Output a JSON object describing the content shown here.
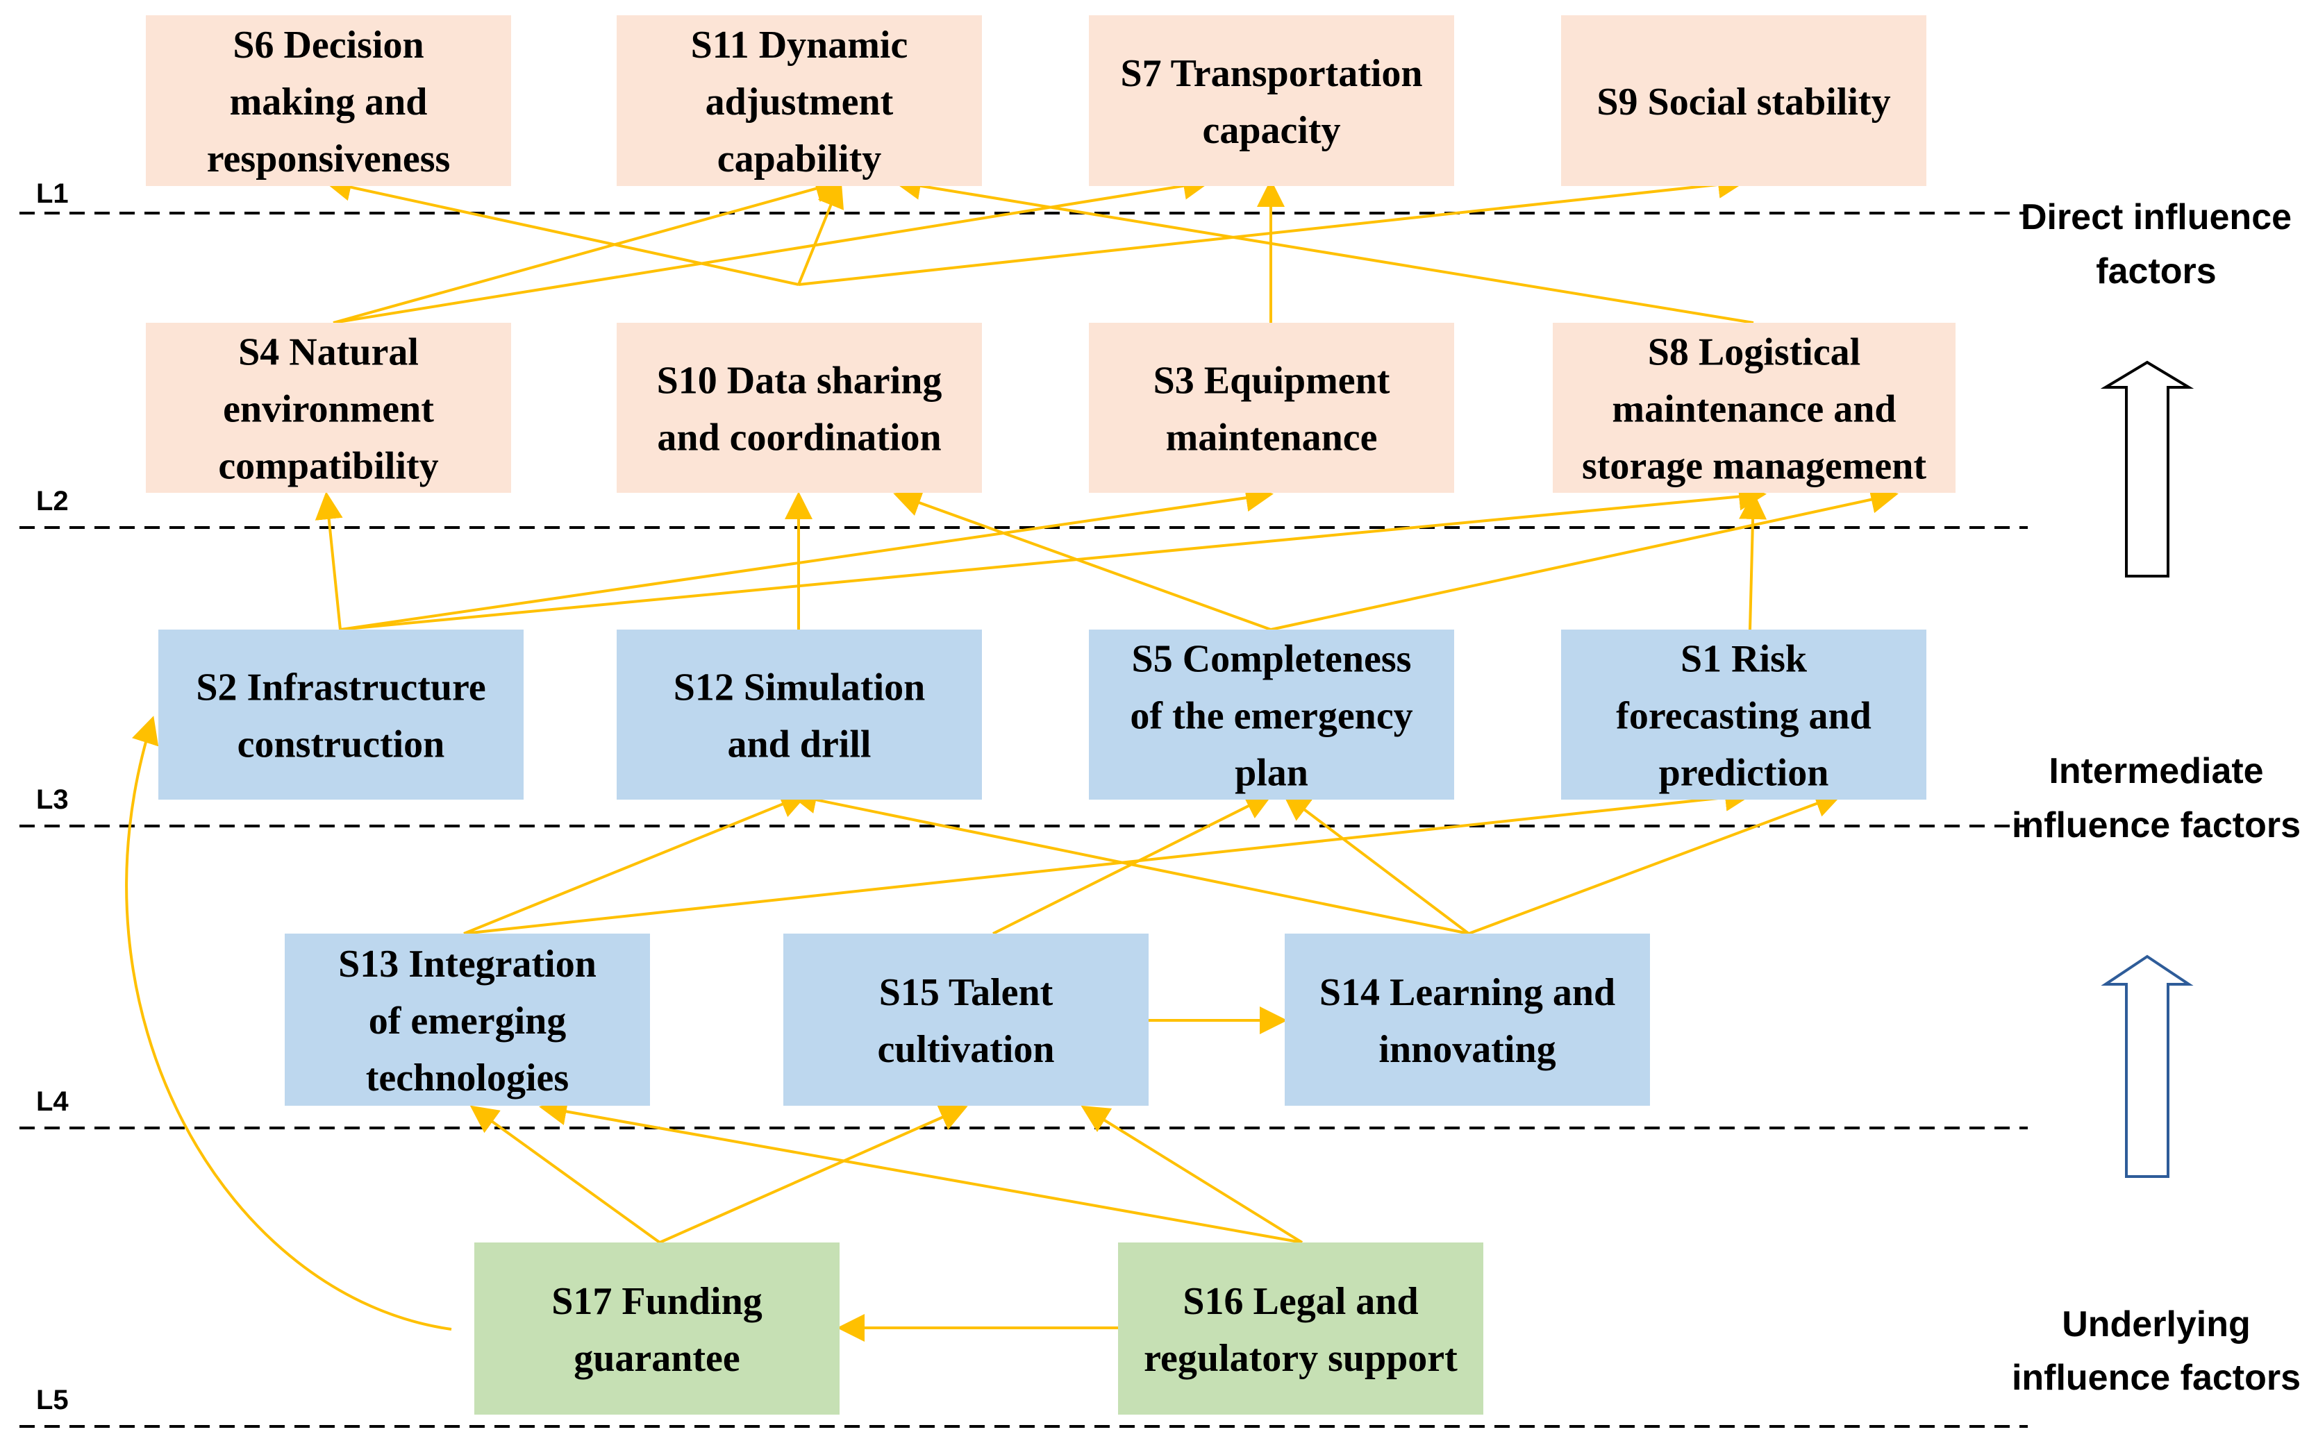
{
  "colors": {
    "top_box": "#FCE4D6",
    "middle_box": "#BDD7EE",
    "bottom_box": "#C6E0B4",
    "arrow": "#FFC000",
    "hollow_arrow_dark": "#000000",
    "hollow_arrow_blue": "#2E5C99"
  },
  "levels": {
    "L1": "L1",
    "L2": "L2",
    "L3": "L3",
    "L4": "L4",
    "L5": "L5"
  },
  "side_labels": {
    "direct": [
      "Direct influence",
      "factors"
    ],
    "intermediate": [
      "Intermediate",
      "influence factors"
    ],
    "underlying": [
      "Underlying",
      "influence factors"
    ]
  },
  "nodes": {
    "S6": [
      "S6 Decision",
      "making and",
      "responsiveness"
    ],
    "S11": [
      "S11 Dynamic",
      "adjustment",
      "capability"
    ],
    "S7": [
      "S7 Transportation",
      "capacity"
    ],
    "S9": [
      "S9 Social stability"
    ],
    "S4": [
      "S4 Natural",
      "environment",
      "compatibility"
    ],
    "S10": [
      "S10 Data sharing",
      "and coordination"
    ],
    "S3": [
      "S3 Equipment",
      "maintenance"
    ],
    "S8": [
      "S8 Logistical",
      "maintenance and",
      "storage management"
    ],
    "S2": [
      "S2 Infrastructure",
      "construction"
    ],
    "S12": [
      "S12 Simulation",
      "and drill"
    ],
    "S5": [
      "S5 Completeness",
      "of the emergency",
      "plan"
    ],
    "S1": [
      "S1 Risk",
      "forecasting and",
      "prediction"
    ],
    "S13": [
      "S13  Integration",
      "of emerging",
      "technologies"
    ],
    "S15": [
      "S15  Talent",
      "cultivation"
    ],
    "S14": [
      "S14  Learning and",
      "innovating"
    ],
    "S17": [
      "S17  Funding",
      "guarantee"
    ],
    "S16": [
      "S16  Legal and",
      "regulatory support"
    ]
  },
  "edges": [
    [
      "S4",
      "S11"
    ],
    [
      "S4",
      "S7"
    ],
    [
      "S10",
      "S6"
    ],
    [
      "S10",
      "S11"
    ],
    [
      "S10",
      "S9"
    ],
    [
      "S3",
      "S7"
    ],
    [
      "S8",
      "S11"
    ],
    [
      "S2",
      "S4"
    ],
    [
      "S2",
      "S3"
    ],
    [
      "S2",
      "S8"
    ],
    [
      "S12",
      "S10"
    ],
    [
      "S5",
      "S10"
    ],
    [
      "S5",
      "S8"
    ],
    [
      "S1",
      "S8"
    ],
    [
      "S13",
      "S12"
    ],
    [
      "S13",
      "S1"
    ],
    [
      "S15",
      "S5"
    ],
    [
      "S15",
      "S14"
    ],
    [
      "S14",
      "S12"
    ],
    [
      "S14",
      "S5"
    ],
    [
      "S14",
      "S1"
    ],
    [
      "S17",
      "S13"
    ],
    [
      "S17",
      "S15"
    ],
    [
      "S17",
      "S2"
    ],
    [
      "S16",
      "S13"
    ],
    [
      "S16",
      "S15"
    ],
    [
      "S16",
      "S17"
    ]
  ]
}
